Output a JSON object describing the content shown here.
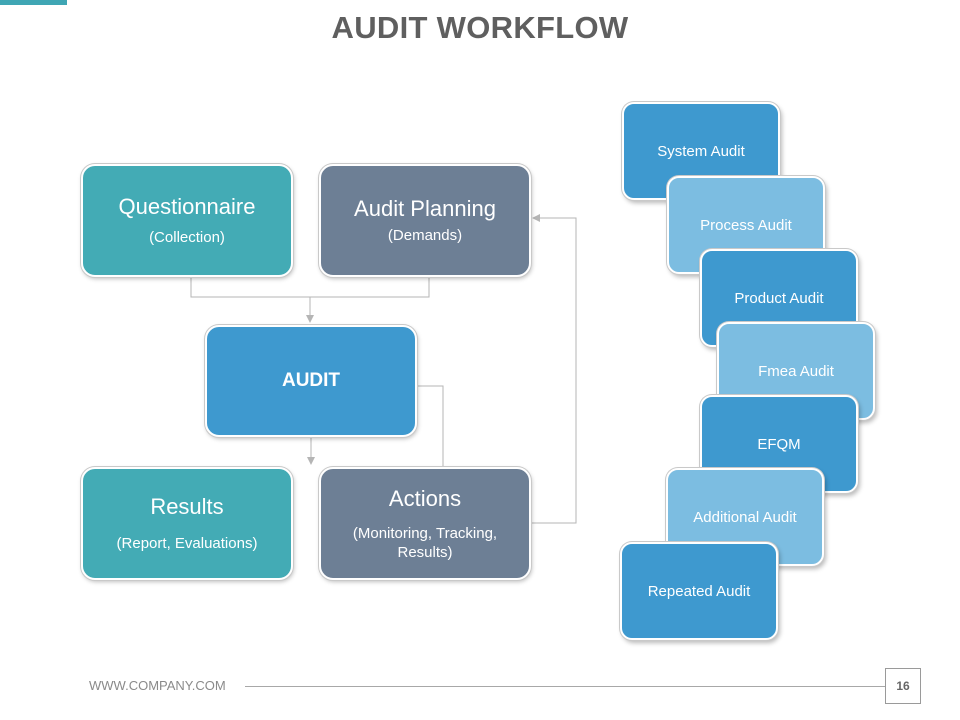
{
  "title": "AUDIT WORKFLOW",
  "colors": {
    "teal": "#43abb5",
    "slate": "#6d7f95",
    "blue": "#3e99cf",
    "light_blue": "#7cbde1",
    "title_gray": "#5f5f5f"
  },
  "workflow": {
    "questionnaire": {
      "label": "Questionnaire",
      "sub": "(Collection)"
    },
    "planning": {
      "label": "Audit Planning",
      "sub": "(Demands)"
    },
    "audit": {
      "label": "AUDIT"
    },
    "results": {
      "label": "Results",
      "sub": "(Report, Evaluations)"
    },
    "actions": {
      "label": "Actions",
      "sub": "(Monitoring, Tracking, Results)"
    }
  },
  "audit_types": [
    {
      "label": "System Audit"
    },
    {
      "label": "Process Audit"
    },
    {
      "label": "Product Audit"
    },
    {
      "label": "Fmea Audit"
    },
    {
      "label": "EFQM"
    },
    {
      "label": "Additional Audit"
    },
    {
      "label": "Repeated Audit"
    }
  ],
  "footer": {
    "website": "WWW.COMPANY.COM",
    "page_number": "16"
  }
}
